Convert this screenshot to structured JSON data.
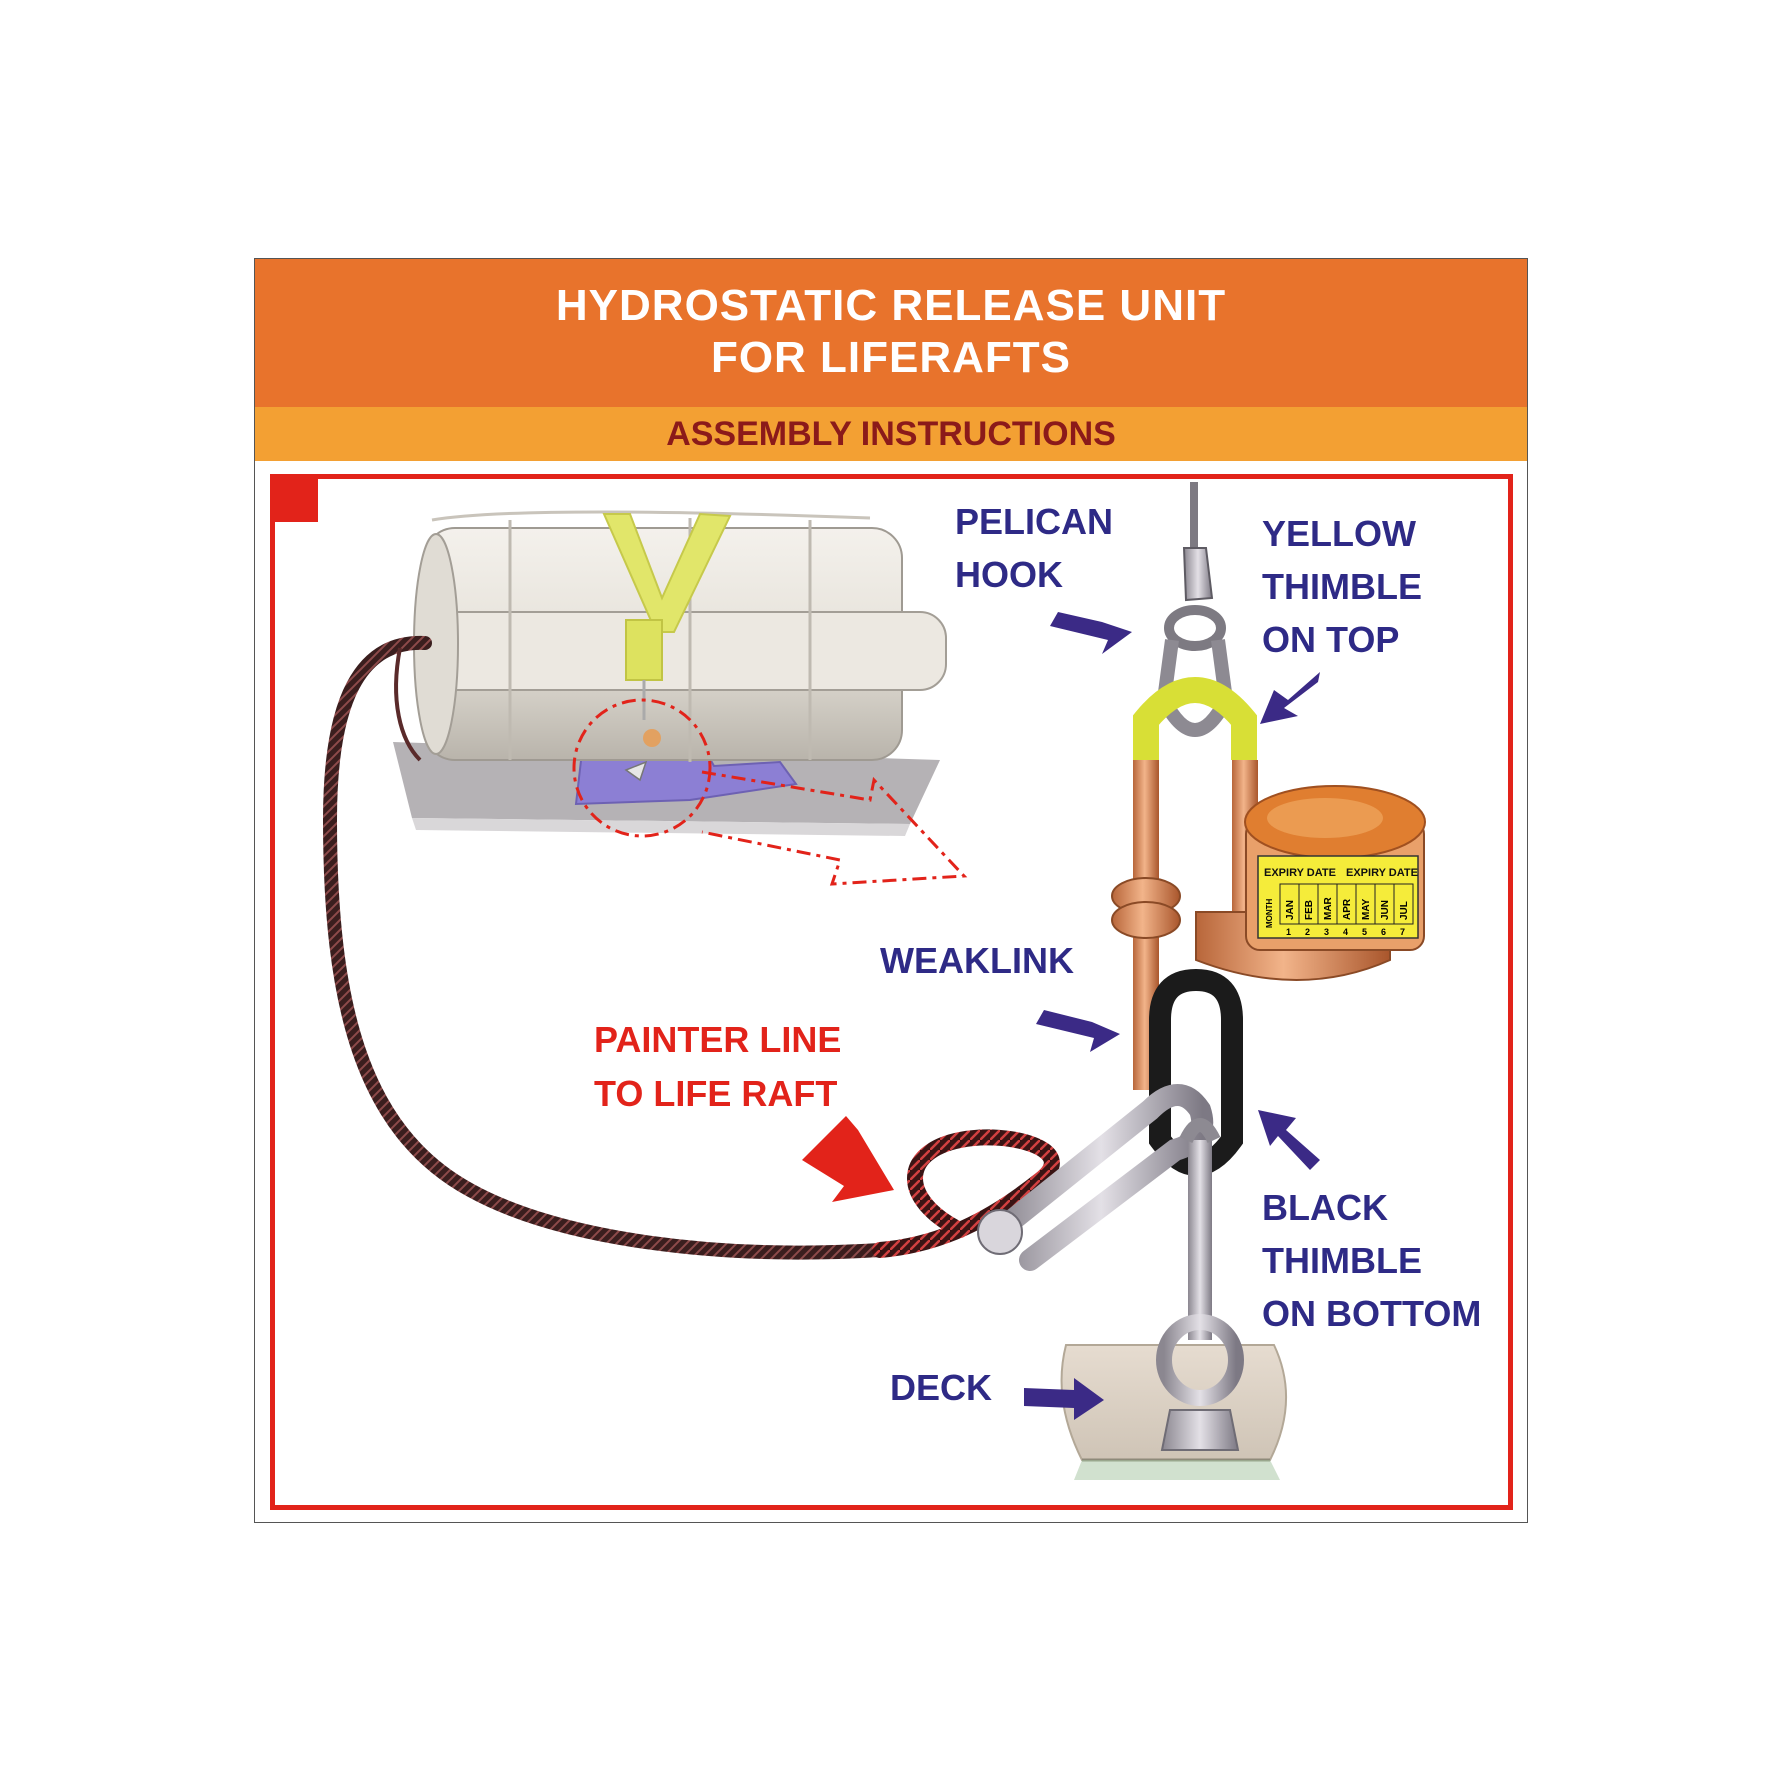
{
  "title": {
    "line1": "HYDROSTATIC RELEASE UNIT",
    "line2": "FOR LIFERAFTS"
  },
  "subtitle": "ASSEMBLY INSTRUCTIONS",
  "labels": {
    "pelican_hook": [
      "PELICAN",
      "HOOK"
    ],
    "yellow_thimble": [
      "YELLOW",
      "THIMBLE",
      "ON TOP"
    ],
    "weaklink": "WEAKLINK",
    "painter_line": [
      "PAINTER LINE",
      "TO LIFE RAFT"
    ],
    "black_thimble": [
      "BLACK",
      "THIMBLE",
      "ON BOTTOM"
    ],
    "deck": "DECK"
  },
  "hru_label": {
    "expiry_1": "EXPIRY DATE",
    "expiry_2": "EXPIRY DATE",
    "month_tag": "MONTH",
    "months": [
      "JAN",
      "FEB",
      "MAR",
      "APR",
      "MAY",
      "JUN",
      "JUL"
    ],
    "numbers": [
      "1",
      "2",
      "3",
      "4",
      "5",
      "6",
      "7"
    ]
  },
  "colors": {
    "title_bg": "#e8732c",
    "subtitle_bg": "#f3a033",
    "frame": "#e2231a",
    "label_blue": "#2e2a86",
    "label_red": "#e2231a",
    "arrow_blue": "#3b2a86",
    "arrow_red": "#e2231a"
  }
}
